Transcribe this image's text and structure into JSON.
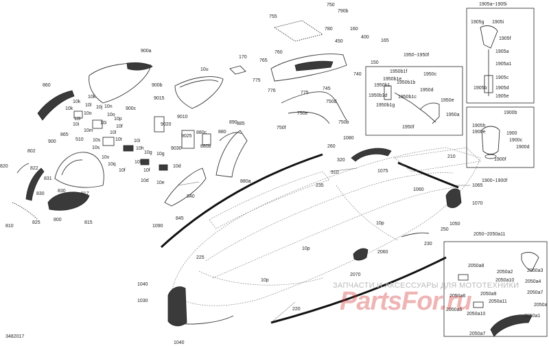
{
  "document_id": "3482017",
  "watermark": {
    "tagline": "ЗАПЧАСТИ И АКСЕССУАРЫ ДЛЯ МОТОТЕХНИКИ",
    "brand": "PartsFor.ru"
  },
  "callouts": {
    "c750": "750",
    "c790b": "790b",
    "c755": "755",
    "c780": "780",
    "c160": "160",
    "c450": "450",
    "c400": "400",
    "c165": "165",
    "c150": "150",
    "c760": "760",
    "c765": "765",
    "c775": "775",
    "c776": "776",
    "c740": "740",
    "c745": "745",
    "c750d": "750d",
    "c750e": "750e",
    "c750f": "750f",
    "c750b": "750b",
    "c900a": "900a",
    "c900b": "900b",
    "c900c": "900c",
    "c170": "170",
    "c10u": "10u",
    "c860": "860",
    "c10k": "10k",
    "c10l": "10l",
    "c10j": "10j",
    "c10n": "10n",
    "c10o": "10o",
    "c10i": "10i",
    "c10m": "10m",
    "c10s": "10s",
    "c10t": "10t",
    "c10v": "10v",
    "c10q": "10q",
    "c10f": "10f",
    "c10h": "10h",
    "c10g": "10g",
    "c10d": "10d",
    "c10e": "10e",
    "c10p": "10p",
    "c9015": "9015",
    "c9010": "9010",
    "c9020": "9020",
    "c9025": "9025",
    "c9030": "9030",
    "c880c": "880c",
    "c880b": "880b",
    "c880": "880",
    "c890": "890",
    "c885": "885",
    "c880a": "880a",
    "c865": "865",
    "c900": "900",
    "c510": "510",
    "c802": "802",
    "c820": "820",
    "c822": "822",
    "c831": "831",
    "c830": "830",
    "c817": "817",
    "c810": "810",
    "c825": "825",
    "c800": "800",
    "c815": "815",
    "c840": "840",
    "c845": "845",
    "c1090": "1090",
    "c235": "235",
    "c260": "260",
    "c1080": "1080",
    "c320": "320",
    "c310": "310",
    "c1075": "1075",
    "c1060": "1060",
    "c210": "210",
    "c1065": "1065",
    "c1070": "1070",
    "c1050": "1050",
    "c250": "250",
    "c225": "225",
    "c2070": "2070",
    "c2060": "2060",
    "c230": "230",
    "c1040": "1040",
    "c1030": "1030",
    "c220": "220",
    "c1040b": "1040",
    "box1_title": "1950~1950f",
    "c1950b1f": "1950b1f",
    "c1950b1e": "1950b1e",
    "c1950c": "1950c",
    "c1950b1": "1950b1",
    "c1950b1b": "1950b1b",
    "c1950b1d": "1950b1d",
    "c1950b1c": "1950b1c",
    "c1950b1g": "1950b1g",
    "c1950d": "1950d",
    "c1950e": "1950e",
    "c1950a": "1950a",
    "c1950f": "1950f",
    "box2_title": "1905a~1905i",
    "c1905g": "1905g",
    "c1905i": "1905i",
    "c1905f": "1905f",
    "c1905a": "1905a",
    "c1905a1": "1905a1",
    "c1905c": "1905c",
    "c1905d": "1905d",
    "c1905e": "1905e",
    "c1905b": "1905b",
    "box3_title": "1900~1900f",
    "c1900b": "1900b",
    "c1905h": "1905h",
    "c1900e": "1900e",
    "c1900": "1900",
    "c1900c": "1900c",
    "c1900d": "1900d",
    "c1900f": "1900f",
    "box4_title": "2050~2050a11",
    "c2050a8": "2050a8",
    "c2050a3": "2050a3",
    "c2050a2": "2050a2",
    "c2050a10": "2050a10",
    "c2050a4": "2050a4",
    "c2050a7": "2050a7",
    "c2050a6": "2050a6",
    "c2050a9": "2050a9",
    "c2050a11": "2050a11",
    "c2050a": "2050a",
    "c2050a5": "2050a5",
    "c2050a1": "2050a1"
  }
}
